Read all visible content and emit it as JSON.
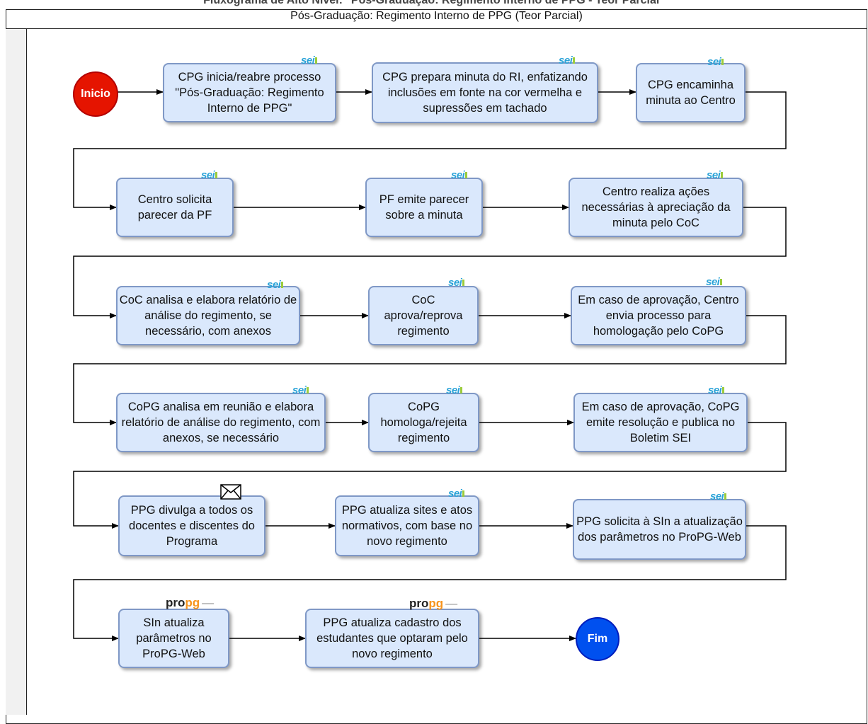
{
  "header": {
    "top_title": "Fluxograma de Alto Nível: \"Pós-Graduação: Regimento Interno de PPG - Teor Parcial\"",
    "pool_title": "Pós-Graduação: Regimento Interno de PPG (Teor Parcial)"
  },
  "badges": {
    "sei": "sei",
    "propg_a": "pro",
    "propg_b": "pg"
  },
  "flow": {
    "start": "Inicio",
    "end": "Fim",
    "steps": [
      "CPG inicia/reabre processo \"Pós-Graduação: Regimento Interno de PPG\"",
      "CPG prepara minuta do RI, enfatizando inclusões em fonte na cor vermelha e supressões em tachado",
      "CPG encaminha minuta ao Centro",
      "Centro solicita parecer da PF",
      "PF emite parecer sobre a minuta",
      "Centro realiza ações necessárias à apreciação da minuta pelo CoC",
      "CoC analisa e elabora relatório de análise do regimento, se necessário, com anexos",
      "CoC aprova/reprova regimento",
      "Em caso de aprovação, Centro envia processo para homologação pelo CoPG",
      "CoPG analisa em reunião e elabora relatório de análise do regimento, com anexos, se necessário",
      "CoPG homologa/rejeita regimento",
      "Em caso de aprovação, CoPG emite resolução e publica no Boletim SEI",
      "PPG divulga a todos os docentes e discentes do Programa",
      "PPG atualiza sites e atos normativos, com base no novo regimento",
      "PPG solicita à SIn a atualização dos parâmetros no ProPG-Web",
      "SIn atualiza parâmetros no ProPG-Web",
      "PPG atualiza cadastro dos estudantes que optaram pelo  novo regimento"
    ]
  },
  "colors": {
    "task_fill": "#dae8fc",
    "task_border": "#7f98c6",
    "start_fill": "#e51400",
    "end_fill": "#0050ef",
    "sei_blue": "#2aa3d8",
    "propg_orange": "#f7941d"
  }
}
